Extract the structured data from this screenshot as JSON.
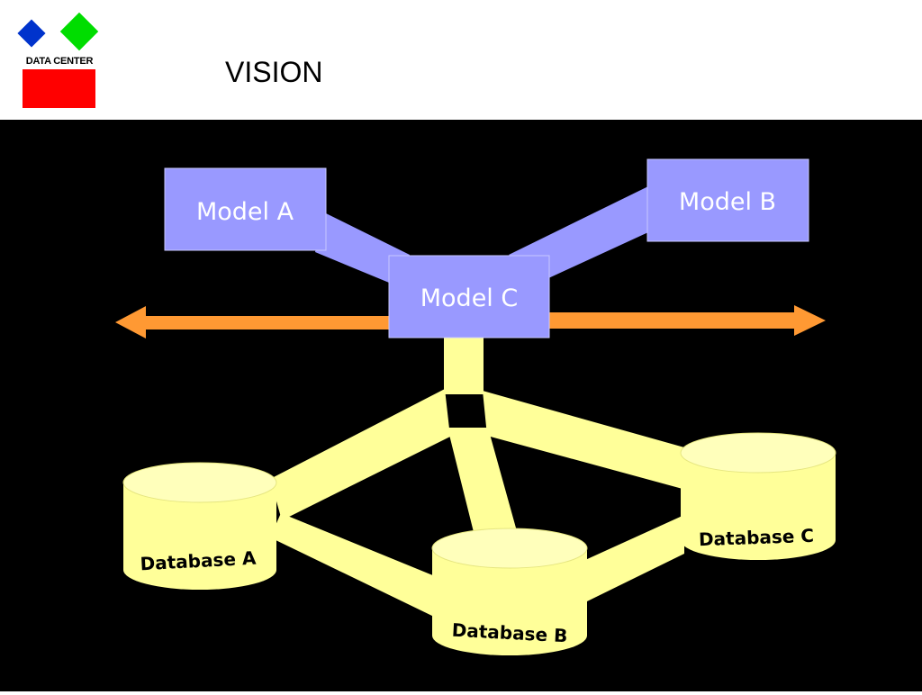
{
  "header": {
    "logo_text": "DATA CENTER",
    "title": "VISION"
  },
  "diagram": {
    "models": {
      "a": "Model A",
      "b": "Model B",
      "c": "Model C"
    },
    "databases": {
      "a": "Database A",
      "b": "Database B",
      "c": "Database C"
    }
  },
  "colors": {
    "background": "#000000",
    "model_box": "#9999ff",
    "model_text": "#ffffff",
    "connector_model": "#9999ff",
    "connector_db": "#ffff99",
    "database_fill": "#ffff99",
    "arrow": "#ff9933",
    "logo_blue": "#0033cc",
    "logo_green": "#00dd00",
    "logo_red": "#ff0000"
  }
}
